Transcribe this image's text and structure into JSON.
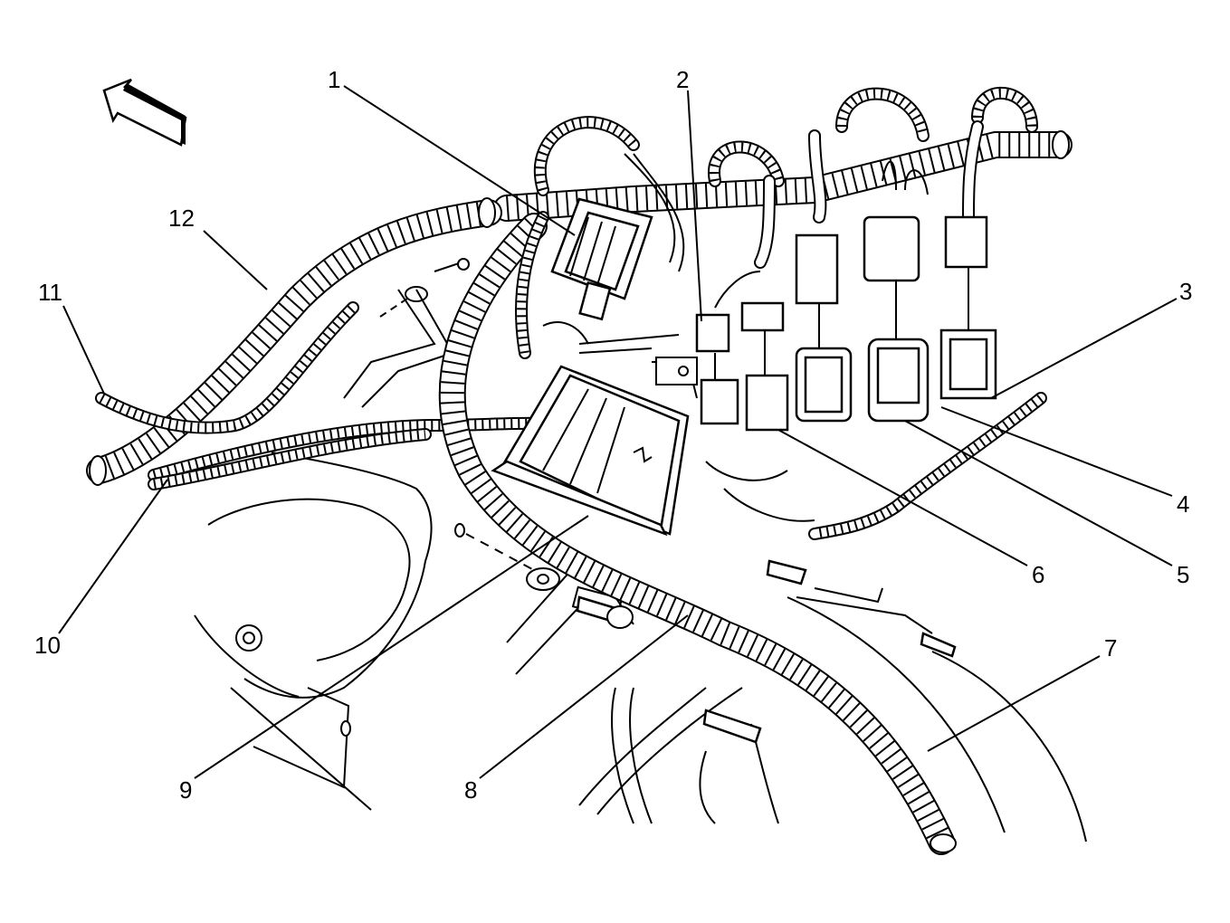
{
  "callouts": [
    {
      "id": "1",
      "label": "1"
    },
    {
      "id": "2",
      "label": "2"
    },
    {
      "id": "3",
      "label": "3"
    },
    {
      "id": "4",
      "label": "4"
    },
    {
      "id": "5",
      "label": "5"
    },
    {
      "id": "6",
      "label": "6"
    },
    {
      "id": "7",
      "label": "7"
    },
    {
      "id": "8",
      "label": "8"
    },
    {
      "id": "9",
      "label": "9"
    },
    {
      "id": "10",
      "label": "10"
    },
    {
      "id": "11",
      "label": "11"
    },
    {
      "id": "12",
      "label": "12"
    }
  ],
  "icons": {
    "direction_arrow": "front-direction-arrow-icon"
  },
  "colors": {
    "line": "#000000",
    "background": "#ffffff"
  }
}
